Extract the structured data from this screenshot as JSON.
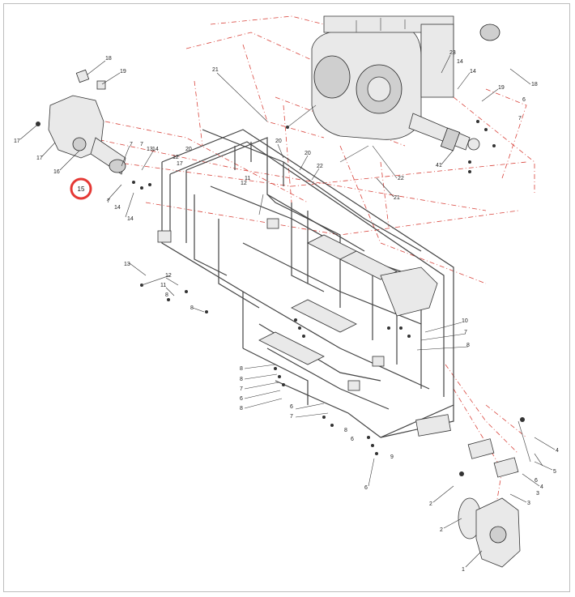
{
  "diagram": {
    "highlight": {
      "label": "15",
      "color": "#e53935"
    },
    "callouts": [
      {
        "id": "c18a",
        "text": "18"
      },
      {
        "id": "c19a",
        "text": "19"
      },
      {
        "id": "c17a",
        "text": "17"
      },
      {
        "id": "c17b",
        "text": "17"
      },
      {
        "id": "c16",
        "text": "16"
      },
      {
        "id": "c7a",
        "text": "7"
      },
      {
        "id": "c7b",
        "text": "7"
      },
      {
        "id": "c13a",
        "text": "13"
      },
      {
        "id": "c14a",
        "text": "14"
      },
      {
        "id": "c14b",
        "text": "14"
      },
      {
        "id": "c7c",
        "text": "7"
      },
      {
        "id": "c14c",
        "text": "14"
      },
      {
        "id": "c21a",
        "text": "21"
      },
      {
        "id": "c20a",
        "text": "20"
      },
      {
        "id": "c20b",
        "text": "20"
      },
      {
        "id": "c12a",
        "text": "12"
      },
      {
        "id": "c17c",
        "text": "17"
      },
      {
        "id": "c12b",
        "text": "12"
      },
      {
        "id": "c11",
        "text": "11"
      },
      {
        "id": "c20c",
        "text": "20"
      },
      {
        "id": "c22a",
        "text": "22"
      },
      {
        "id": "c21b",
        "text": "21"
      },
      {
        "id": "c22b",
        "text": "22"
      },
      {
        "id": "c23",
        "text": "23"
      },
      {
        "id": "c14d",
        "text": "14"
      },
      {
        "id": "c14e",
        "text": "14"
      },
      {
        "id": "c19b",
        "text": "19"
      },
      {
        "id": "c18b",
        "text": "18"
      },
      {
        "id": "c7d",
        "text": "7"
      },
      {
        "id": "c6a",
        "text": "6"
      },
      {
        "id": "c41",
        "text": "41"
      },
      {
        "id": "c13b",
        "text": "13"
      },
      {
        "id": "c12c",
        "text": "12"
      },
      {
        "id": "c11b",
        "text": "11"
      },
      {
        "id": "c8a",
        "text": "8"
      },
      {
        "id": "c10",
        "text": "10"
      },
      {
        "id": "c7e",
        "text": "7"
      },
      {
        "id": "c8b",
        "text": "8"
      },
      {
        "id": "c8c",
        "text": "8"
      },
      {
        "id": "c8d",
        "text": "8"
      },
      {
        "id": "c7f",
        "text": "7"
      },
      {
        "id": "c6b",
        "text": "6"
      },
      {
        "id": "c8e",
        "text": "8"
      },
      {
        "id": "c6c",
        "text": "6"
      },
      {
        "id": "c7g",
        "text": "7"
      },
      {
        "id": "c8f",
        "text": "8"
      },
      {
        "id": "c6d",
        "text": "6"
      },
      {
        "id": "c9",
        "text": "9"
      },
      {
        "id": "c8g",
        "text": "8"
      },
      {
        "id": "c6e",
        "text": "6"
      },
      {
        "id": "c4a",
        "text": "4"
      },
      {
        "id": "c5",
        "text": "5"
      },
      {
        "id": "c4b",
        "text": "4"
      },
      {
        "id": "c3",
        "text": "3"
      },
      {
        "id": "c2a",
        "text": "2"
      },
      {
        "id": "c2b",
        "text": "2"
      },
      {
        "id": "c1",
        "text": "1"
      },
      {
        "id": "c6f",
        "text": "6"
      },
      {
        "id": "c3b",
        "text": "3"
      }
    ]
  }
}
